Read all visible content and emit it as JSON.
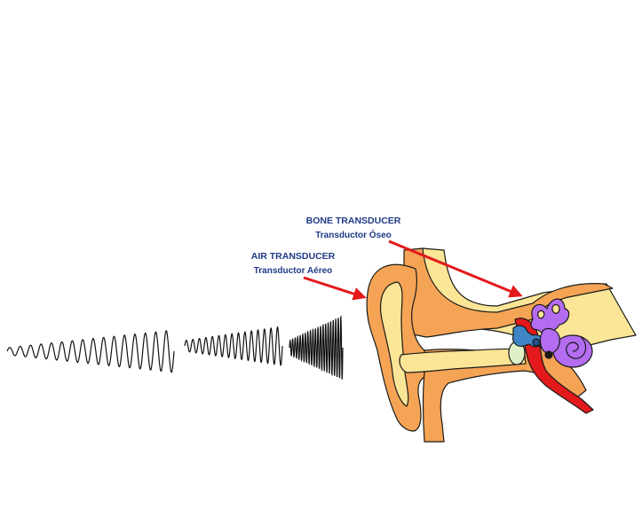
{
  "labels": {
    "bone": {
      "title": "BONE TRANSDUCER",
      "subtitle": "Transductor Óseo"
    },
    "air": {
      "title": "AIR TRANSDUCER",
      "subtitle": "Transductor Aéreo"
    }
  },
  "waves": {
    "segments": [
      {
        "name": "low-frequency-wave",
        "cycles": 16
      },
      {
        "name": "mid-frequency-wave",
        "cycles": 15
      },
      {
        "name": "high-frequency-wave",
        "cycles": 21
      }
    ]
  },
  "colors": {
    "label_text": "#1f3a86",
    "arrow": "#e3191c",
    "skin": "#f5a455",
    "canal": "#fbe596",
    "bone": "#fbe596",
    "cochlea": "#b46cf0",
    "ossicles": "#3f84c5",
    "vessel": "#e3191c",
    "outline": "#1a1a1a"
  }
}
